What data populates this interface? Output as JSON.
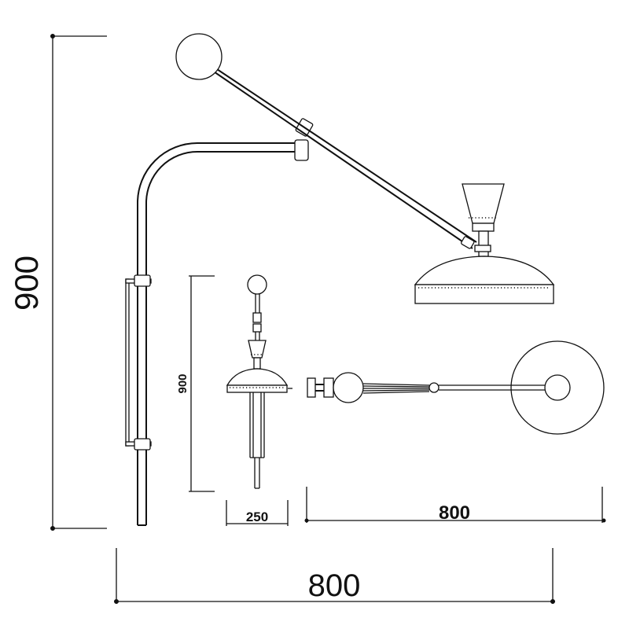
{
  "dimensions": {
    "main_height": "900",
    "main_width": "800",
    "front_height": "900",
    "front_width": "250",
    "top_width": "800"
  }
}
